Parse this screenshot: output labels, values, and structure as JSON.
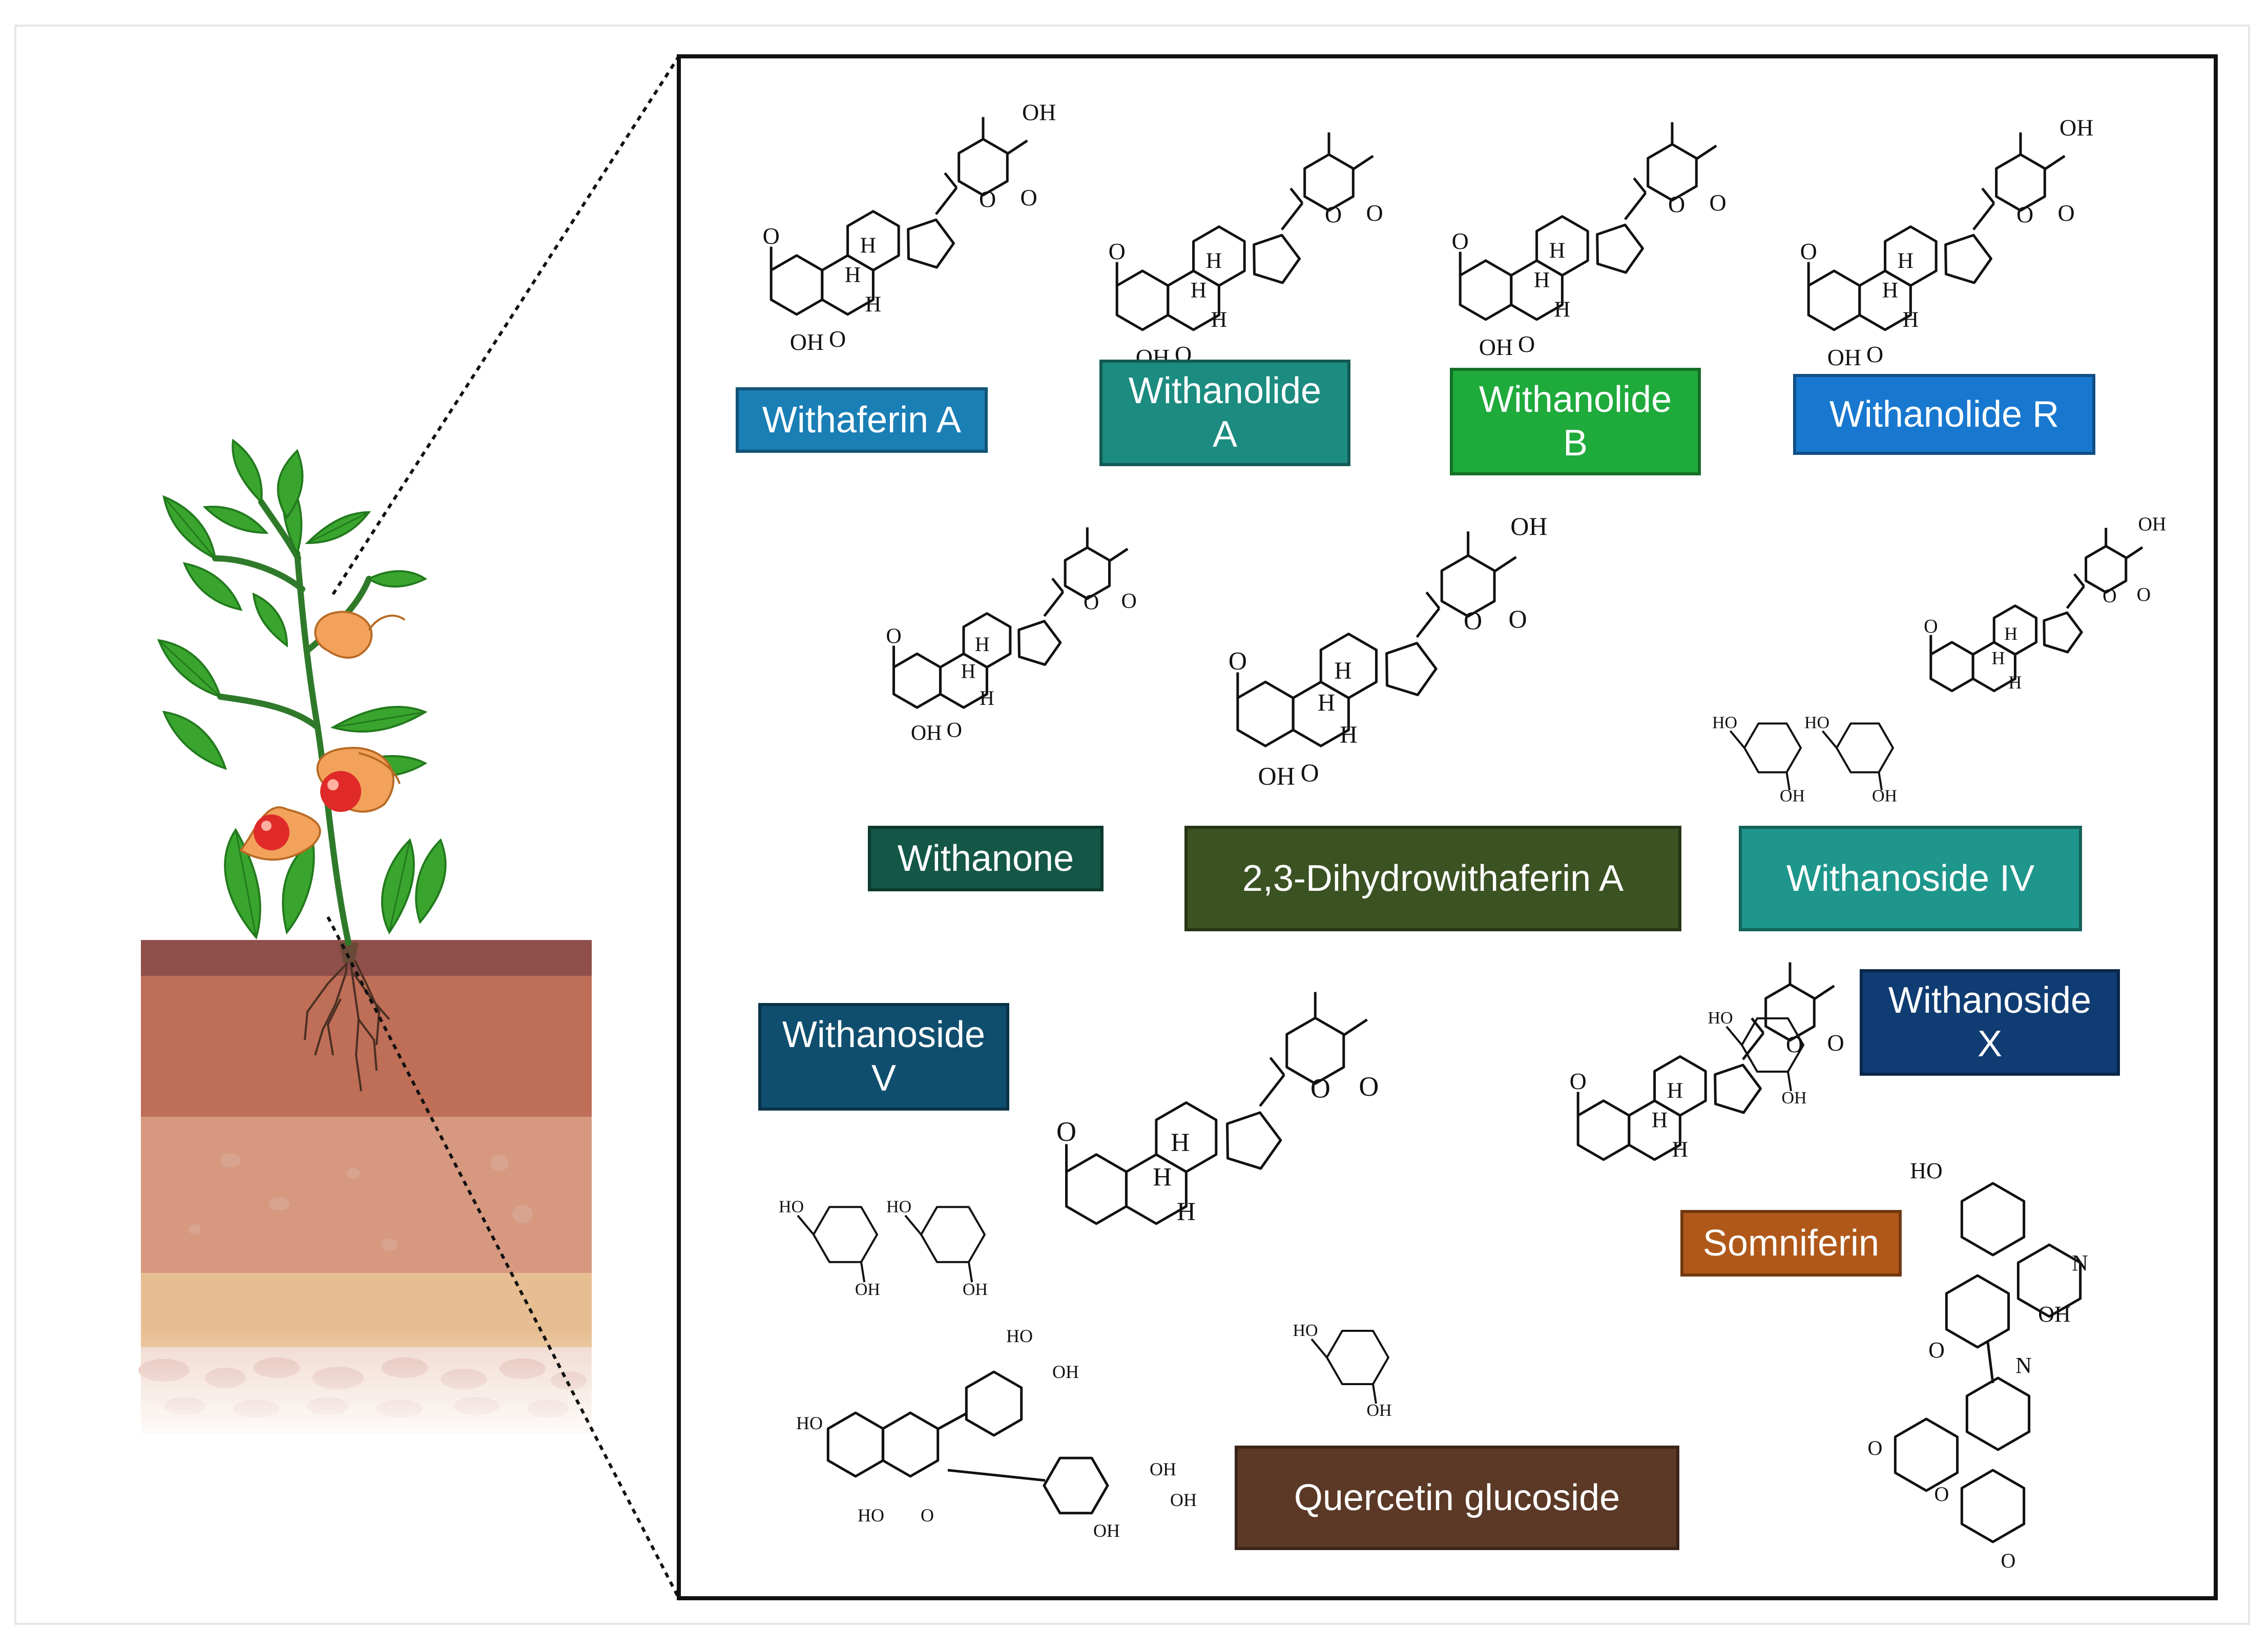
{
  "compounds": [
    {
      "name": "Withaferin A",
      "color": "#1a7fb5"
    },
    {
      "name": "Withanolide\nA",
      "color": "#1c8b80"
    },
    {
      "name": "Withanolide\nB",
      "color": "#1faa3c"
    },
    {
      "name": "Withanolide R",
      "color": "#1878cf"
    },
    {
      "name": "Withanone",
      "color": "#145747"
    },
    {
      "name": "2,3-Dihydrowithaferin A",
      "color": "#3b5222"
    },
    {
      "name": "Withanoside IV",
      "color": "#1e968b"
    },
    {
      "name": "Withanoside\nV",
      "color": "#0f4e6e"
    },
    {
      "name": "Withanoside\nX",
      "color": "#0f3c72"
    },
    {
      "name": "Somniferin",
      "color": "#b05819"
    },
    {
      "name": "Quercetin glucoside",
      "color": "#5b3926"
    }
  ],
  "atom_labels": {
    "oh": "OH",
    "ho": "HO",
    "o": "O",
    "h": "H",
    "n": "N"
  }
}
